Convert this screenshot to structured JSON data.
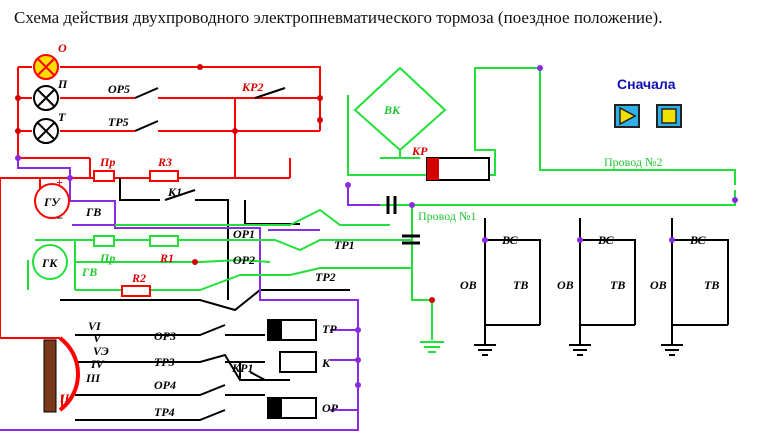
{
  "title": "Схема действия двухпроводного электропневматического тормоза (поездное положение).",
  "controls": {
    "start_label": "Сначала",
    "play_icon": "play-triangle-icon",
    "stop_icon": "stop-square-icon"
  },
  "labels": {
    "O": "О",
    "P": "П",
    "T": "Т",
    "OP5": "ОР5",
    "TP5": "ТР5",
    "KP2": "КР2",
    "Pr1": "Пр",
    "R3": "R3",
    "K1": "К1",
    "GU": "ГУ",
    "GV1": "ГВ",
    "Pr2": "Пр",
    "R1": "R1",
    "OP1": "ОР1",
    "TP1": "ТР1",
    "OP2": "ОР2",
    "TP2": "ТР2",
    "GK": "ГК",
    "GV2": "ГВ",
    "R2": "R2",
    "VK": "ВК",
    "KP": "КР",
    "wire1": "Провод №1",
    "wire2": "Провод №2",
    "BC": "ВС",
    "OB": "ОВ",
    "TB": "ТВ",
    "OP3": "ОР3",
    "TP3": "ТР3",
    "KP1": "КР1",
    "OP4": "ОР4",
    "TP4": "ТР4",
    "TP": "ТР",
    "K": "К",
    "OR": "ОР",
    "VI": "VI",
    "V": "V",
    "VE": "VЭ",
    "IV": "IV",
    "III": "III",
    "II": "II",
    "plus": "+",
    "minus": "−"
  },
  "colors": {
    "red": "#ff0000",
    "green": "#22e03a",
    "purple": "#8a2be2",
    "black": "#000000",
    "lamp_on": "#ffdd00",
    "button_fill": "#2fb0e8",
    "play_fill": "#f0e000"
  }
}
